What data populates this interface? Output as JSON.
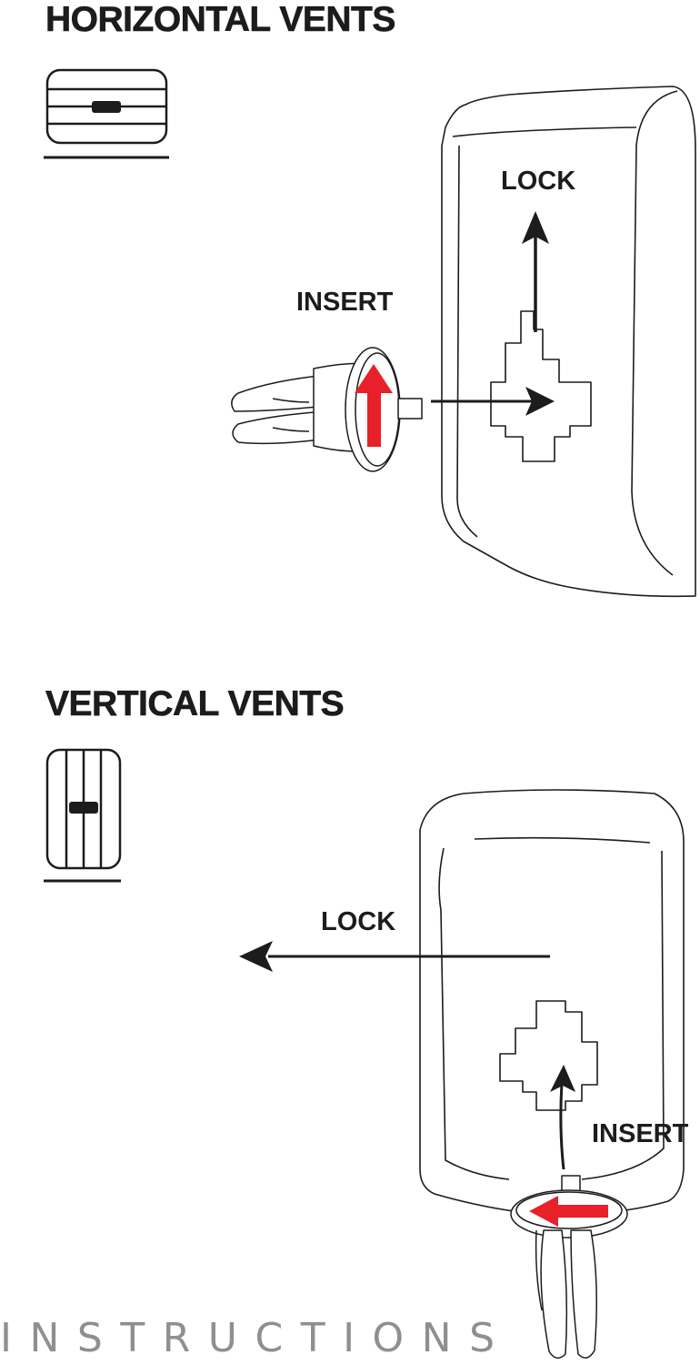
{
  "sections": {
    "horizontal": {
      "title": "HORIZONTAL VENTS",
      "lock_label": "LOCK",
      "insert_label": "INSERT"
    },
    "vertical": {
      "title": "VERTICAL VENTS",
      "lock_label": "LOCK",
      "insert_label": "INSERT"
    }
  },
  "footer": {
    "text": "INSTRUCTIONS"
  },
  "colors": {
    "ink": "#1c1c1c",
    "accent_arrow": "#e8202a",
    "footer_text": "#8f8f8f",
    "background": "#ffffff"
  },
  "icons": [
    "horizontal-vent-icon",
    "vertical-vent-icon",
    "phone-mount-plate",
    "vent-clip",
    "lock-arrow-icon",
    "insert-arrow-icon",
    "rotate-arrow-icon"
  ]
}
